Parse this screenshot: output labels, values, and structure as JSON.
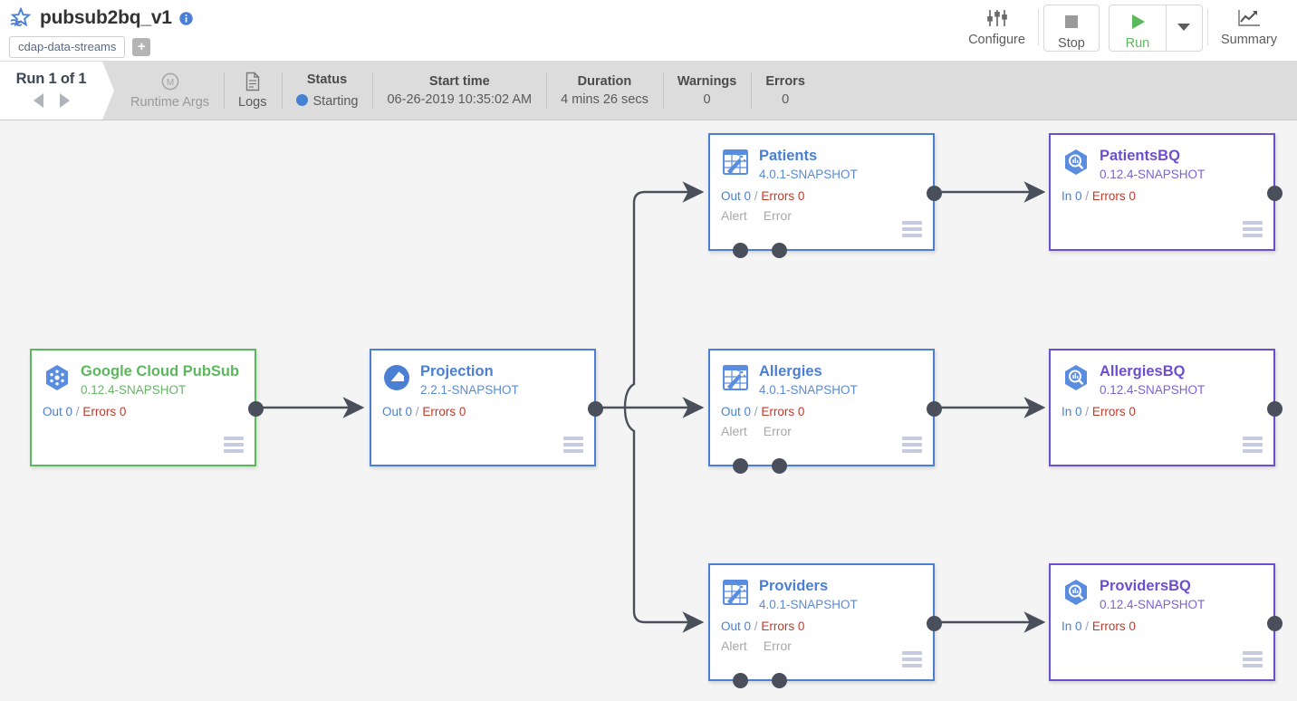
{
  "header": {
    "pipeline_icon": "pipeline-star-icon",
    "title": "pubsub2bq_v1",
    "info_icon": "info-icon",
    "tag": "cdap-data-streams",
    "add_tag_label": "+"
  },
  "toolbar": {
    "configure": {
      "label": "Configure",
      "icon": "sliders-icon"
    },
    "stop": {
      "label": "Stop",
      "icon": "stop-square-icon"
    },
    "run": {
      "label": "Run",
      "icon": "play-triangle-icon",
      "color": "#5cb85c"
    },
    "run_dropdown_icon": "chevron-down-icon",
    "summary": {
      "label": "Summary",
      "icon": "line-chart-icon"
    }
  },
  "statusbar": {
    "run_count": "Run 1 of 1",
    "prev_icon": "triangle-left-icon",
    "next_icon": "triangle-right-icon",
    "runtime_args": {
      "label": "Runtime Args",
      "icon": "macro-m-icon"
    },
    "logs": {
      "label": "Logs",
      "icon": "document-icon"
    },
    "status": {
      "label": "Status",
      "value": "Starting",
      "dot_color": "#4682d4"
    },
    "start_time": {
      "label": "Start time",
      "value": "06-26-2019 10:35:02 AM"
    },
    "duration": {
      "label": "Duration",
      "value": "4 mins 26 secs"
    },
    "warnings": {
      "label": "Warnings",
      "value": "0"
    },
    "errors": {
      "label": "Errors",
      "value": "0"
    }
  },
  "canvas": {
    "nodes": [
      {
        "name": "Google Cloud PubSub",
        "version": "0.12.4-SNAPSHOT",
        "icon": "google-pubsub-icon",
        "metrics_prefix": "Out 0",
        "metrics_errors": "Errors 0",
        "accent": "#5cb85c"
      },
      {
        "name": "Projection",
        "version": "2.2.1-SNAPSHOT",
        "icon": "projection-icon",
        "metrics_prefix": "Out 0",
        "metrics_errors": "Errors 0",
        "accent": "#4a7fd4"
      },
      {
        "name": "Patients",
        "version": "4.0.1-SNAPSHOT",
        "icon": "wrangler-icon",
        "metrics_prefix": "Out 0",
        "metrics_errors": "Errors 0",
        "port_alert": "Alert",
        "port_error": "Error",
        "accent": "#4a7fd4"
      },
      {
        "name": "PatientsBQ",
        "version": "0.12.4-SNAPSHOT",
        "icon": "bigquery-icon",
        "metrics_prefix": "In 0",
        "metrics_errors": "Errors 0",
        "accent": "#6c4fd0"
      },
      {
        "name": "Allergies",
        "version": "4.0.1-SNAPSHOT",
        "icon": "wrangler-icon",
        "metrics_prefix": "Out 0",
        "metrics_errors": "Errors 0",
        "port_alert": "Alert",
        "port_error": "Error",
        "accent": "#4a7fd4"
      },
      {
        "name": "AllergiesBQ",
        "version": "0.12.4-SNAPSHOT",
        "icon": "bigquery-icon",
        "metrics_prefix": "In 0",
        "metrics_errors": "Errors 0",
        "accent": "#6c4fd0"
      },
      {
        "name": "Providers",
        "version": "4.0.1-SNAPSHOT",
        "icon": "wrangler-icon",
        "metrics_prefix": "Out 0",
        "metrics_errors": "Errors 0",
        "port_alert": "Alert",
        "port_error": "Error",
        "accent": "#4a7fd4"
      },
      {
        "name": "ProvidersBQ",
        "version": "0.12.4-SNAPSHOT",
        "icon": "bigquery-icon",
        "metrics_prefix": "In 0",
        "metrics_errors": "Errors 0",
        "accent": "#6c4fd0"
      }
    ],
    "metrics_separator": "/"
  }
}
